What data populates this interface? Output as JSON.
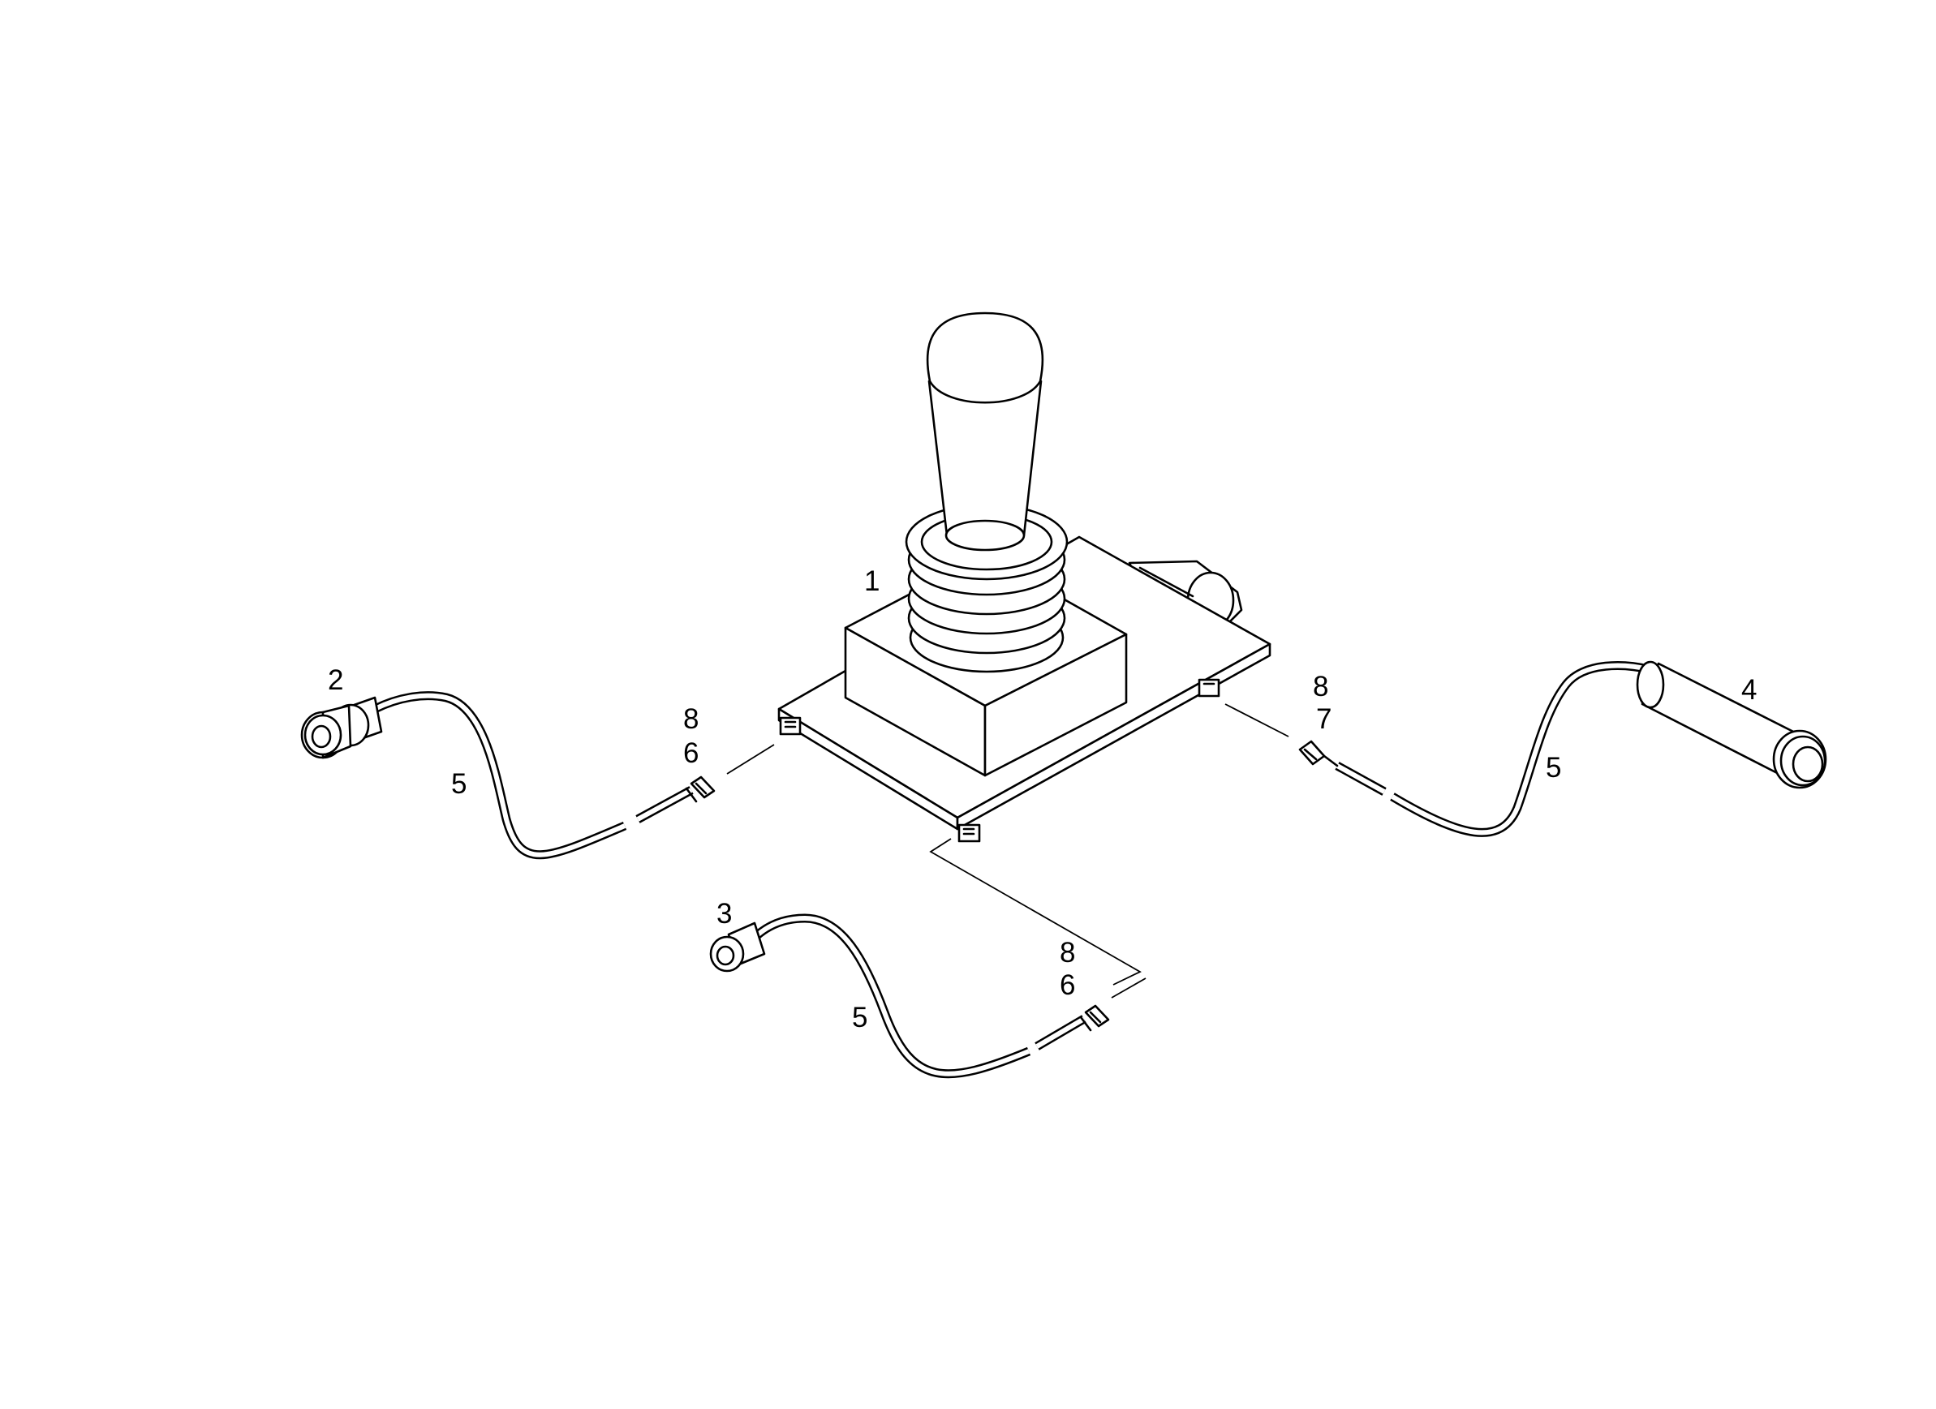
{
  "callouts": [
    {
      "id": "c1",
      "text": "1"
    },
    {
      "id": "c2",
      "text": "2"
    },
    {
      "id": "c3",
      "text": "3"
    },
    {
      "id": "c4",
      "text": "4"
    },
    {
      "id": "c5a",
      "text": "5"
    },
    {
      "id": "c5b",
      "text": "5"
    },
    {
      "id": "c5c",
      "text": "5"
    },
    {
      "id": "c6a",
      "text": "6"
    },
    {
      "id": "c6b",
      "text": "6"
    },
    {
      "id": "c7",
      "text": "7"
    },
    {
      "id": "c8a",
      "text": "8"
    },
    {
      "id": "c8b",
      "text": "8"
    },
    {
      "id": "c8c",
      "text": "8"
    }
  ]
}
